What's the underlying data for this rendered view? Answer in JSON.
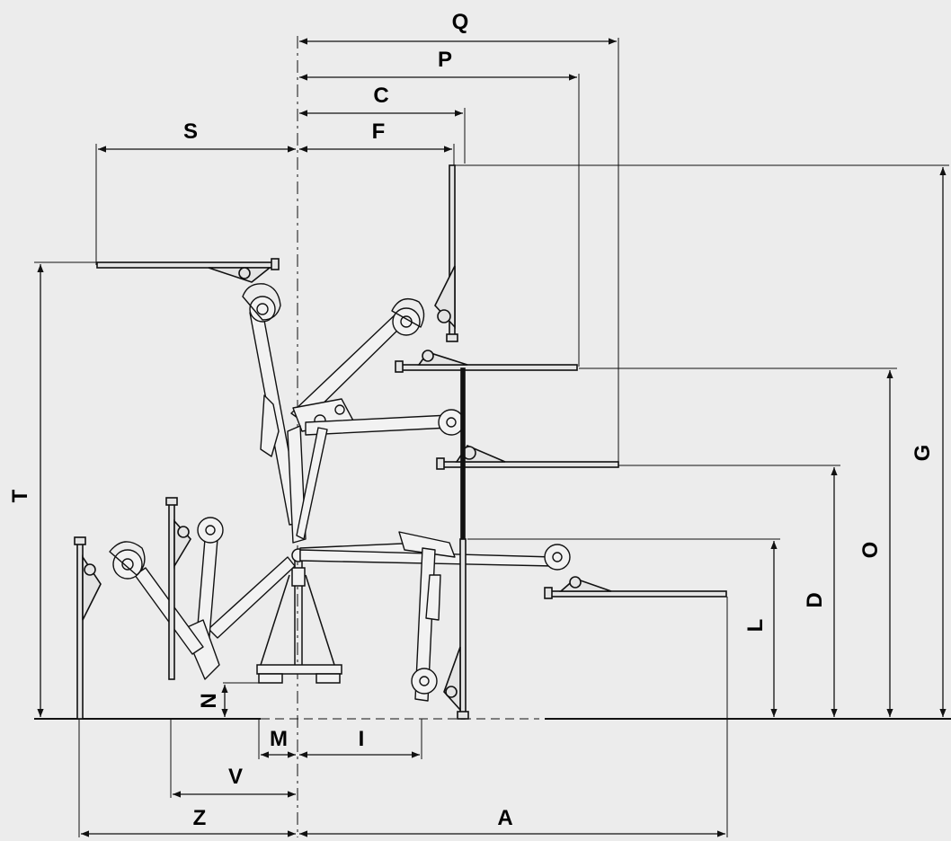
{
  "labels": {
    "Q": "Q",
    "P": "P",
    "C": "C",
    "F": "F",
    "S": "S",
    "T": "T",
    "G": "G",
    "O": "O",
    "D": "D",
    "L": "L",
    "N": "N",
    "M": "M",
    "I": "I",
    "V": "V",
    "Z": "Z",
    "A": "A"
  },
  "colors": {
    "background": "#ececec",
    "line": "#1a1a1a",
    "arm": "#f2f2f2"
  }
}
